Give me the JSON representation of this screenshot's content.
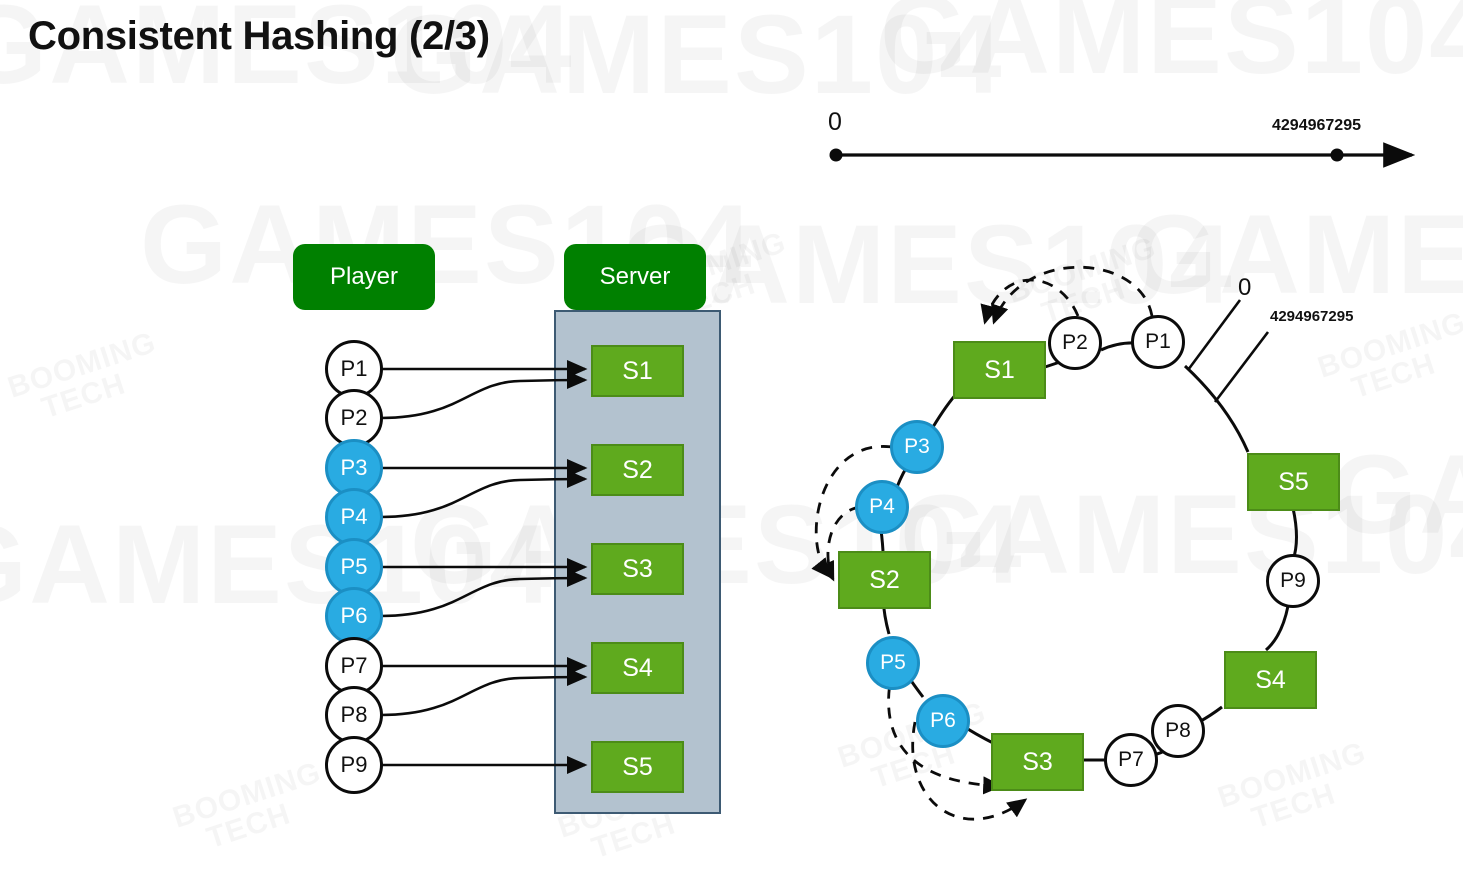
{
  "slide": {
    "title": "Consistent Hashing (2/3)",
    "background": "#ffffff"
  },
  "watermarks": {
    "games": "GAMES104",
    "booming_line1": "BOOMING",
    "booming_line2": "TECH"
  },
  "colors": {
    "header_green": "#008000",
    "box_green": "#5faa1e",
    "box_green_border": "#4c8c18",
    "panel_gray": "#b3c2cf",
    "panel_border": "#3d5a73",
    "player_blue": "#29abe2",
    "player_blue_border": "#1b8fc4",
    "stroke_black": "#0b0b0b",
    "text_dark": "#111111",
    "text_light": "#ffffff"
  },
  "number_line": {
    "start_label": "0",
    "end_label": "4294967295"
  },
  "mapping_diagram": {
    "player_header": "Player",
    "server_header": "Server",
    "players": [
      {
        "label": "P1",
        "color": "white",
        "target": "S1",
        "curved": false
      },
      {
        "label": "P2",
        "color": "white",
        "target": "S1",
        "curved": true
      },
      {
        "label": "P3",
        "color": "blue",
        "target": "S2",
        "curved": false
      },
      {
        "label": "P4",
        "color": "blue",
        "target": "S2",
        "curved": true
      },
      {
        "label": "P5",
        "color": "blue",
        "target": "S3",
        "curved": false
      },
      {
        "label": "P6",
        "color": "blue",
        "target": "S3",
        "curved": true
      },
      {
        "label": "P7",
        "color": "white",
        "target": "S4",
        "curved": false
      },
      {
        "label": "P8",
        "color": "white",
        "target": "S4",
        "curved": true
      },
      {
        "label": "P9",
        "color": "white",
        "target": "S5",
        "curved": false
      }
    ],
    "servers": [
      {
        "label": "S1"
      },
      {
        "label": "S2"
      },
      {
        "label": "S3"
      },
      {
        "label": "S4"
      },
      {
        "label": "S5"
      }
    ]
  },
  "ring_diagram": {
    "zero_label": "0",
    "max_label": "4294967295",
    "nodes": [
      {
        "label": "S1",
        "type": "server"
      },
      {
        "label": "P2",
        "type": "player",
        "color": "white"
      },
      {
        "label": "P1",
        "type": "player",
        "color": "white"
      },
      {
        "label": "S5",
        "type": "server"
      },
      {
        "label": "P9",
        "type": "player",
        "color": "white"
      },
      {
        "label": "S4",
        "type": "server"
      },
      {
        "label": "P8",
        "type": "player",
        "color": "white"
      },
      {
        "label": "P7",
        "type": "player",
        "color": "white"
      },
      {
        "label": "S3",
        "type": "server"
      },
      {
        "label": "P6",
        "type": "player",
        "color": "blue"
      },
      {
        "label": "P5",
        "type": "player",
        "color": "blue"
      },
      {
        "label": "S2",
        "type": "server"
      },
      {
        "label": "P4",
        "type": "player",
        "color": "blue"
      },
      {
        "label": "P3",
        "type": "player",
        "color": "blue"
      }
    ],
    "assignments": [
      {
        "from": "P1",
        "to": "S1"
      },
      {
        "from": "P2",
        "to": "S1"
      },
      {
        "from": "P3",
        "to": "S2"
      },
      {
        "from": "P4",
        "to": "S2"
      },
      {
        "from": "P5",
        "to": "S3"
      },
      {
        "from": "P6",
        "to": "S3"
      }
    ]
  }
}
